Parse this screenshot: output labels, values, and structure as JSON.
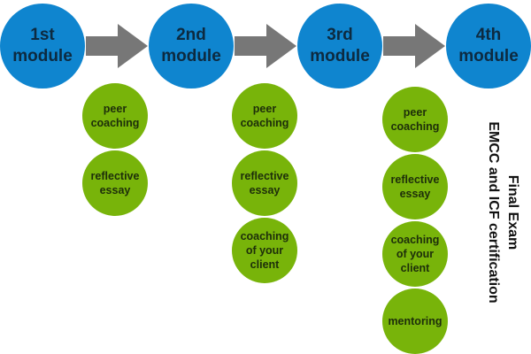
{
  "modules": [
    {
      "label": "1st\nmodule"
    },
    {
      "label": "2nd\nmodule"
    },
    {
      "label": "3rd\nmodule"
    },
    {
      "label": "4th\nmodule"
    }
  ],
  "activities": {
    "col1": [
      {
        "label": "peer\ncoaching"
      },
      {
        "label": "reflective\nessay"
      }
    ],
    "col2": [
      {
        "label": "peer\ncoaching"
      },
      {
        "label": "reflective\nessay"
      },
      {
        "label": "coaching\nof your\nclient"
      }
    ],
    "col3": [
      {
        "label": "peer\ncoaching"
      },
      {
        "label": "reflective\nessay"
      },
      {
        "label": "coaching\nof your\nclient"
      },
      {
        "label": "mentoring"
      }
    ]
  },
  "final": {
    "line1": "Final Exam",
    "line2": "EMCC and ICF certification"
  },
  "colors": {
    "module": "#0f85cf",
    "activity": "#78b40a",
    "arrow": "#777777"
  }
}
